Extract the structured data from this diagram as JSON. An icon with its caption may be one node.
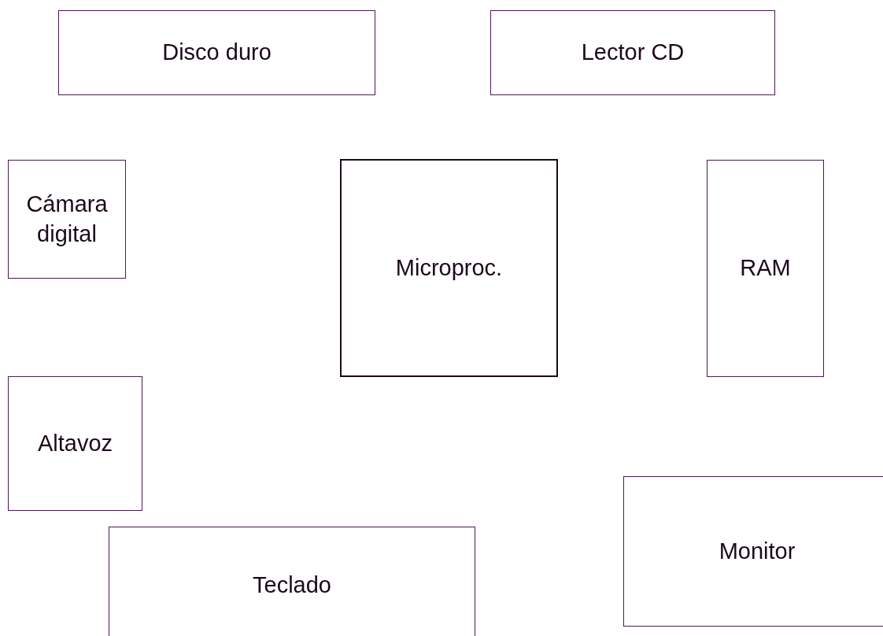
{
  "diagram": {
    "nodes": [
      {
        "text": [
          "Disco duro"
        ]
      },
      {
        "text": [
          "Lector CD"
        ]
      },
      {
        "text": [
          "Cámara digital"
        ]
      },
      {
        "text": [
          "Microproc."
        ]
      },
      {
        "text": [
          "RAM"
        ]
      },
      {
        "text": [
          "Altavoz"
        ]
      },
      {
        "text": [
          "Monitor"
        ]
      },
      {
        "text": [
          "Teclado"
        ]
      }
    ]
  }
}
